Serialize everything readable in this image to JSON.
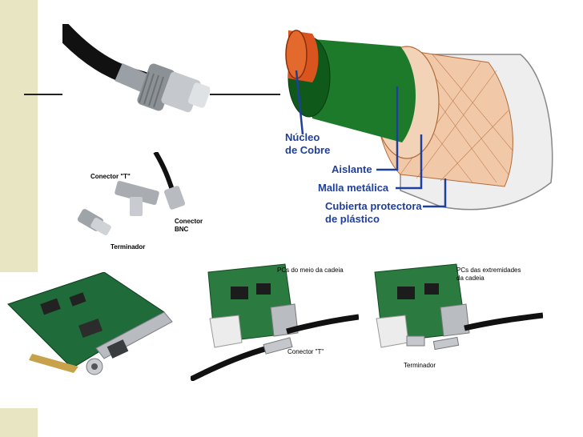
{
  "slide": {
    "accent_bar_color": "#e7e5c2",
    "rule_color": "#222222"
  },
  "coax_diagram": {
    "label_color": "#1f3f9c",
    "core_color": "#d9541e",
    "insulator_color": "#1c7a2a",
    "labels": {
      "core_line1": "Núcleo",
      "core_line2": "de Cobre",
      "insulator": "Aislante",
      "mesh": "Malla metálica",
      "jacket_line1": "Cubierta protectora",
      "jacket_line2": "de plástico"
    }
  },
  "connectors_photo": {
    "labels": {
      "t_connector": "Conector \"T\"",
      "bnc_line1": "Conector",
      "bnc_line2": "BNC",
      "terminator": "Terminador"
    }
  },
  "pc_middle_photo": {
    "labels": {
      "caption_line1": "PCs do meio da cadeia",
      "t_connector": "Conector \"T\""
    }
  },
  "pc_end_photo": {
    "labels": {
      "caption_line1": "PCs das extremidades",
      "caption_line2": "da cadeia",
      "terminator": "Terminador"
    }
  }
}
